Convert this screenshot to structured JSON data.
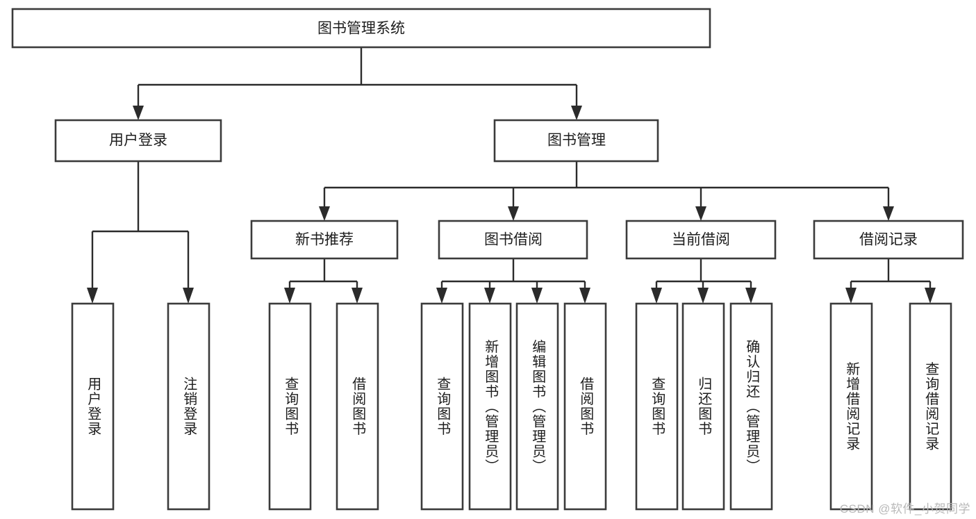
{
  "diagram": {
    "type": "hierarchy-tree",
    "title": "图书管理系统",
    "watermark": "CSDN @软件_小贺同学",
    "colors": {
      "box_border": "#3b3b3b",
      "connector": "#2b2b2b",
      "background": "#ffffff",
      "text": "#1d1d1d",
      "watermark": "#b9b9b9"
    },
    "levels": {
      "root": {
        "label": "图书管理系统"
      },
      "level2": [
        {
          "label": "用户登录"
        },
        {
          "label": "图书管理"
        }
      ],
      "level3": [
        {
          "label": "新书推荐"
        },
        {
          "label": "图书借阅"
        },
        {
          "label": "当前借阅"
        },
        {
          "label": "借阅记录"
        }
      ],
      "leaves": {
        "user_login": [
          {
            "label": "用户登录"
          },
          {
            "label": "注销登录"
          }
        ],
        "new_book_recommend": [
          {
            "label": "查询图书"
          },
          {
            "label": "借阅图书"
          }
        ],
        "book_borrow": [
          {
            "label": "查询图书"
          },
          {
            "label": "新增图书（管理员）"
          },
          {
            "label": "编辑图书（管理员）"
          },
          {
            "label": "借阅图书"
          }
        ],
        "current_borrow": [
          {
            "label": "查询图书"
          },
          {
            "label": "归还图书"
          },
          {
            "label": "确认归还（管理员）"
          }
        ],
        "borrow_record": [
          {
            "label": "新增借阅记录"
          },
          {
            "label": "查询借阅记录"
          }
        ]
      }
    }
  }
}
